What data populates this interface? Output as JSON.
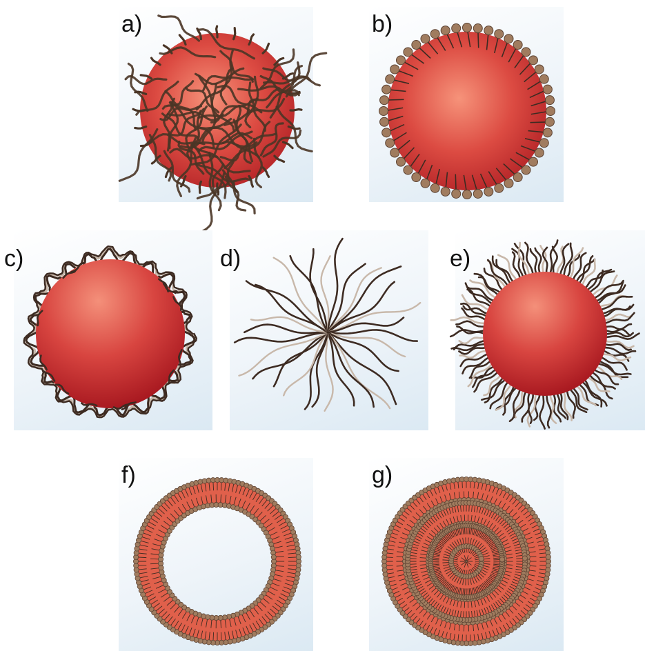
{
  "panels": [
    {
      "id": "a",
      "label": "a)"
    },
    {
      "id": "b",
      "label": "b)"
    },
    {
      "id": "c",
      "label": "c)"
    },
    {
      "id": "d",
      "label": "d)"
    },
    {
      "id": "e",
      "label": "e)"
    },
    {
      "id": "f",
      "label": "f)"
    },
    {
      "id": "g",
      "label": "g)"
    }
  ],
  "colors": {
    "core_light": "#f58c72",
    "core_mid": "#d9473f",
    "core_dark": "#a3181d",
    "chain_dark": "#3d2b22",
    "chain_light": "#c8b8aa",
    "head_fill": "#a07c5f",
    "head_stroke": "#5c4333",
    "lipid_core": "#e0604b"
  }
}
